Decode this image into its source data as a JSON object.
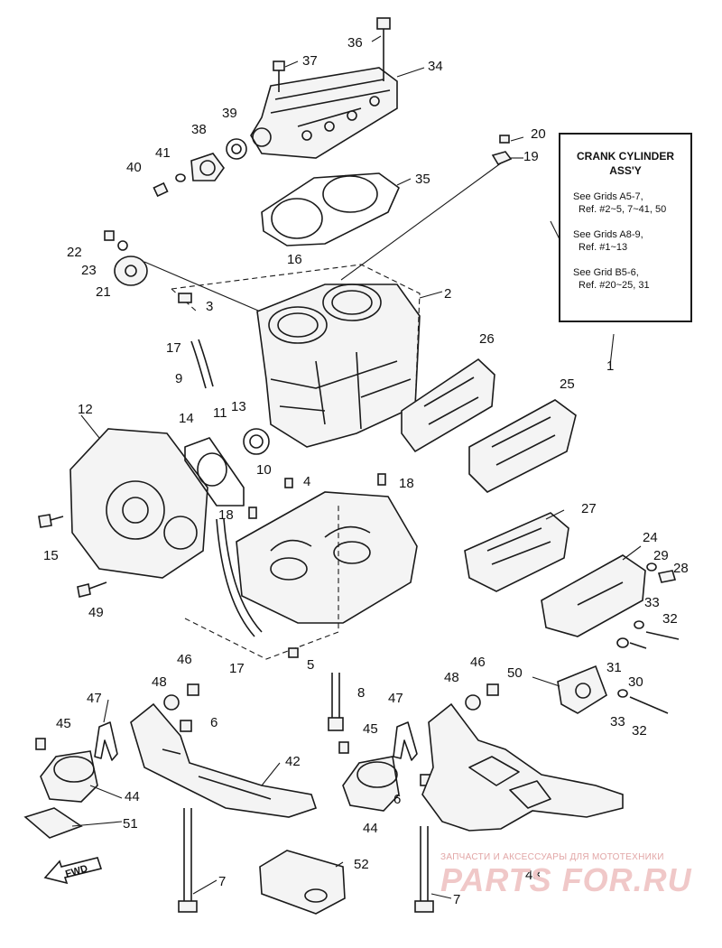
{
  "box": {
    "title_line1": "CRANK CYLINDER",
    "title_line2": "ASS'Y",
    "note1_line1": "See Grids A5-7,",
    "note1_line2": "Ref. #2~5, 7~41, 50",
    "note2_line1": "See Grids A8-9,",
    "note2_line2": "Ref. #1~13",
    "note3_line1": "See Grid B5-6,",
    "note3_line2": "Ref. #20~25, 31"
  },
  "fwd_label": "FWD",
  "watermark": {
    "subtitle": "ЗАПЧАСТИ И АКСЕССУАРЫ ДЛЯ МОТОТЕХНИКИ",
    "brand": "PARTS FOR.RU"
  },
  "callouts": [
    "36",
    "37",
    "34",
    "39",
    "38",
    "41",
    "40",
    "20",
    "19",
    "35",
    "22",
    "23",
    "21",
    "16",
    "3",
    "2",
    "17",
    "9",
    "26",
    "25",
    "12",
    "13",
    "14",
    "11",
    "10",
    "4",
    "1",
    "18",
    "18",
    "27",
    "15",
    "24",
    "29",
    "28",
    "49",
    "33",
    "32",
    "31",
    "30",
    "17",
    "5",
    "46",
    "48",
    "6",
    "47",
    "45",
    "44",
    "51",
    "42",
    "8",
    "50",
    "46",
    "48",
    "47",
    "45",
    "6",
    "44",
    "33",
    "32",
    "43",
    "7",
    "52",
    "7"
  ]
}
